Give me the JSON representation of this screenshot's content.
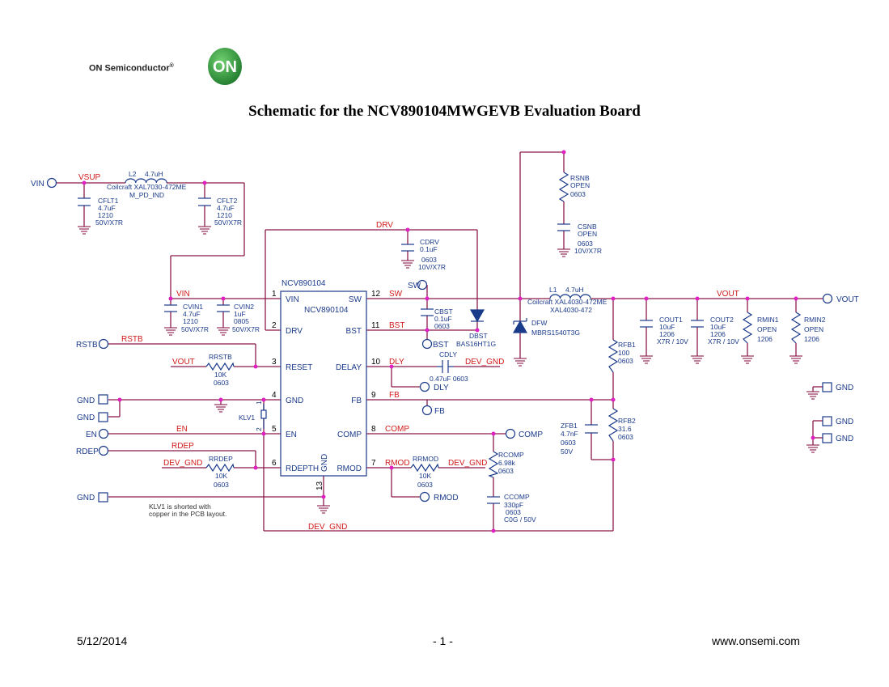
{
  "header": {
    "company": "ON Semiconductor",
    "registered": "®",
    "logo_mark": "ON",
    "title": "Schematic for the NCV890104MWGEVB Evaluation Board"
  },
  "footer": {
    "date": "5/12/2014",
    "page": "- 1 -",
    "url": "www.onsemi.com"
  },
  "colors": {
    "wire": "#8b1a4a",
    "net_label": "#d11a1a",
    "component": "#1a3a8a",
    "junction": "#e020c0",
    "logo_green": "#2e9a3e"
  },
  "ic": {
    "part_top": "NCV890104",
    "part_inner": "NCV890104",
    "pins_left": [
      {
        "num": "1",
        "name": "VIN"
      },
      {
        "num": "2",
        "name": "DRV"
      },
      {
        "num": "3",
        "name": "RESET"
      },
      {
        "num": "4",
        "name": "GND"
      },
      {
        "num": "5",
        "name": "EN"
      },
      {
        "num": "6",
        "name": "RDEPTH"
      }
    ],
    "pins_right": [
      {
        "num": "12",
        "name": "SW"
      },
      {
        "num": "11",
        "name": "BST"
      },
      {
        "num": "10",
        "name": "DELAY"
      },
      {
        "num": "9",
        "name": "FB"
      },
      {
        "num": "8",
        "name": "COMP"
      },
      {
        "num": "7",
        "name": "RMOD"
      }
    ],
    "pin_bottom": {
      "num": "13",
      "name": "GND"
    }
  },
  "nets": {
    "vsup": "VSUP",
    "drv": "DRV",
    "vin": "VIN",
    "sw": "SW",
    "bst": "BST",
    "rstb": "RSTB",
    "vout_r": "VOUT",
    "vout_top": "VOUT",
    "dly": "DLY",
    "dev_gnd1": "DEV_GND",
    "fb": "FB",
    "en": "EN",
    "comp": "COMP",
    "rdep": "RDEP",
    "dev_gnd2": "DEV_GND",
    "rmod": "RMOD",
    "dev_gnd3": "DEV_GND",
    "dev_gnd_bottom": "DEV_GND"
  },
  "connectors": {
    "vin": "VIN",
    "vout": "VOUT",
    "rstb": "RSTB",
    "gnd1": "GND",
    "gnd2": "GND",
    "en": "EN",
    "rdep": "RDEP",
    "gnd3": "GND",
    "gnd_r1": "GND",
    "gnd_r2": "GND",
    "gnd_r3": "GND",
    "sw_tp": "SW",
    "bst_tp": "BST",
    "dly_tp": "DLY",
    "fb_tp": "FB",
    "comp_tp": "COMP",
    "rmod_tp": "RMOD"
  },
  "components": {
    "l2": {
      "ref": "L2",
      "value": "4.7uH",
      "part": "Coilcraft XAL7030-472ME",
      "footprint": "M_PD_IND"
    },
    "cflt1": {
      "ref": "CFLT1",
      "value": "4.7uF",
      "pkg": "1210",
      "rating": "50V/X7R"
    },
    "cflt2": {
      "ref": "CFLT2",
      "value": "4.7uF",
      "pkg": "1210",
      "rating": "50V/X7R"
    },
    "cdrv": {
      "ref": "CDRV",
      "value": "0.1uF",
      "pkg": "0603",
      "rating": "10V/X7R"
    },
    "rsnb": {
      "ref": "RSNB",
      "value": "OPEN",
      "pkg": "0603"
    },
    "csnb": {
      "ref": "CSNB",
      "value": "OPEN",
      "pkg": "0603",
      "rating": "10V/X7R"
    },
    "cvin1": {
      "ref": "CVIN1",
      "value": "4.7uF",
      "pkg": "1210",
      "rating": "50V/X7R"
    },
    "cvin2": {
      "ref": "CVIN2",
      "value": "1uF",
      "pkg": "0805",
      "rating": "50V/X7R"
    },
    "cbst": {
      "ref": "CBST",
      "value": "0.1uF",
      "pkg": "0603"
    },
    "dbst": {
      "ref": "DBST",
      "part": "BAS16HT1G"
    },
    "l1": {
      "ref": "L1",
      "value": "4.7uH",
      "part": "Coilcraft XAL4030-472ME",
      "footprint": "XAL4030-472"
    },
    "dfw": {
      "ref": "DFW",
      "part": "MBRS1540T3G"
    },
    "cout1": {
      "ref": "COUT1",
      "value": "10uF",
      "pkg": "1206",
      "rating": "X7R / 10V"
    },
    "cout2": {
      "ref": "COUT2",
      "value": "10uF",
      "pkg": "1206",
      "rating": "X7R / 10V"
    },
    "rmin1": {
      "ref": "RMIN1",
      "value": "OPEN",
      "pkg": "1206"
    },
    "rmin2": {
      "ref": "RMIN2",
      "value": "OPEN",
      "pkg": "1206"
    },
    "rrstb": {
      "ref": "RRSTB",
      "value": "10K",
      "pkg": "0603"
    },
    "cdly": {
      "ref": "CDLY",
      "value": "0.47uF 0603"
    },
    "rfb1": {
      "ref": "RFB1",
      "value": "100",
      "pkg": "0603"
    },
    "rfb2": {
      "ref": "RFB2",
      "value": "31.6",
      "pkg": "0603"
    },
    "zfb1": {
      "ref": "ZFB1",
      "value": "4.7nF",
      "pkg": "0603",
      "rating": "50V"
    },
    "klv1": {
      "ref": "KLV1",
      "pin1": "1",
      "pin2": "2"
    },
    "rcomp": {
      "ref": "RCOMP",
      "value": "6.98k",
      "pkg": "0603"
    },
    "ccomp": {
      "ref": "CCOMP",
      "value": "330pF",
      "pkg": "0603",
      "rating": "C0G / 50V"
    },
    "rrdep": {
      "ref": "RRDEP",
      "value": "10K",
      "pkg": "0603"
    },
    "rrmod": {
      "ref": "RRMOD",
      "value": "10K",
      "pkg": "0603"
    }
  },
  "notes": {
    "klv_line1": "KLV1 is shorted with",
    "klv_line2": "copper in the PCB layout."
  }
}
